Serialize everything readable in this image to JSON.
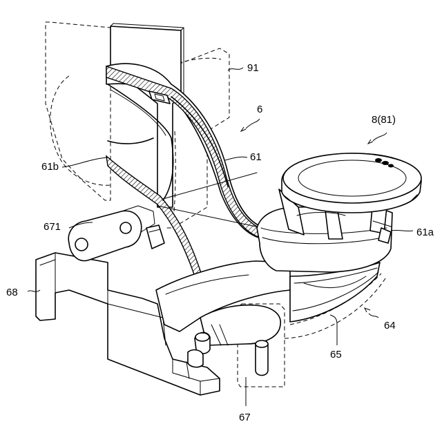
{
  "labels": {
    "l91": "91",
    "l6": "6",
    "l8": "8(81)",
    "l61b": "61b",
    "l61": "61",
    "l671": "671",
    "l61a": "61a",
    "l68": "68",
    "l64": "64",
    "l65": "65",
    "l67": "67"
  }
}
